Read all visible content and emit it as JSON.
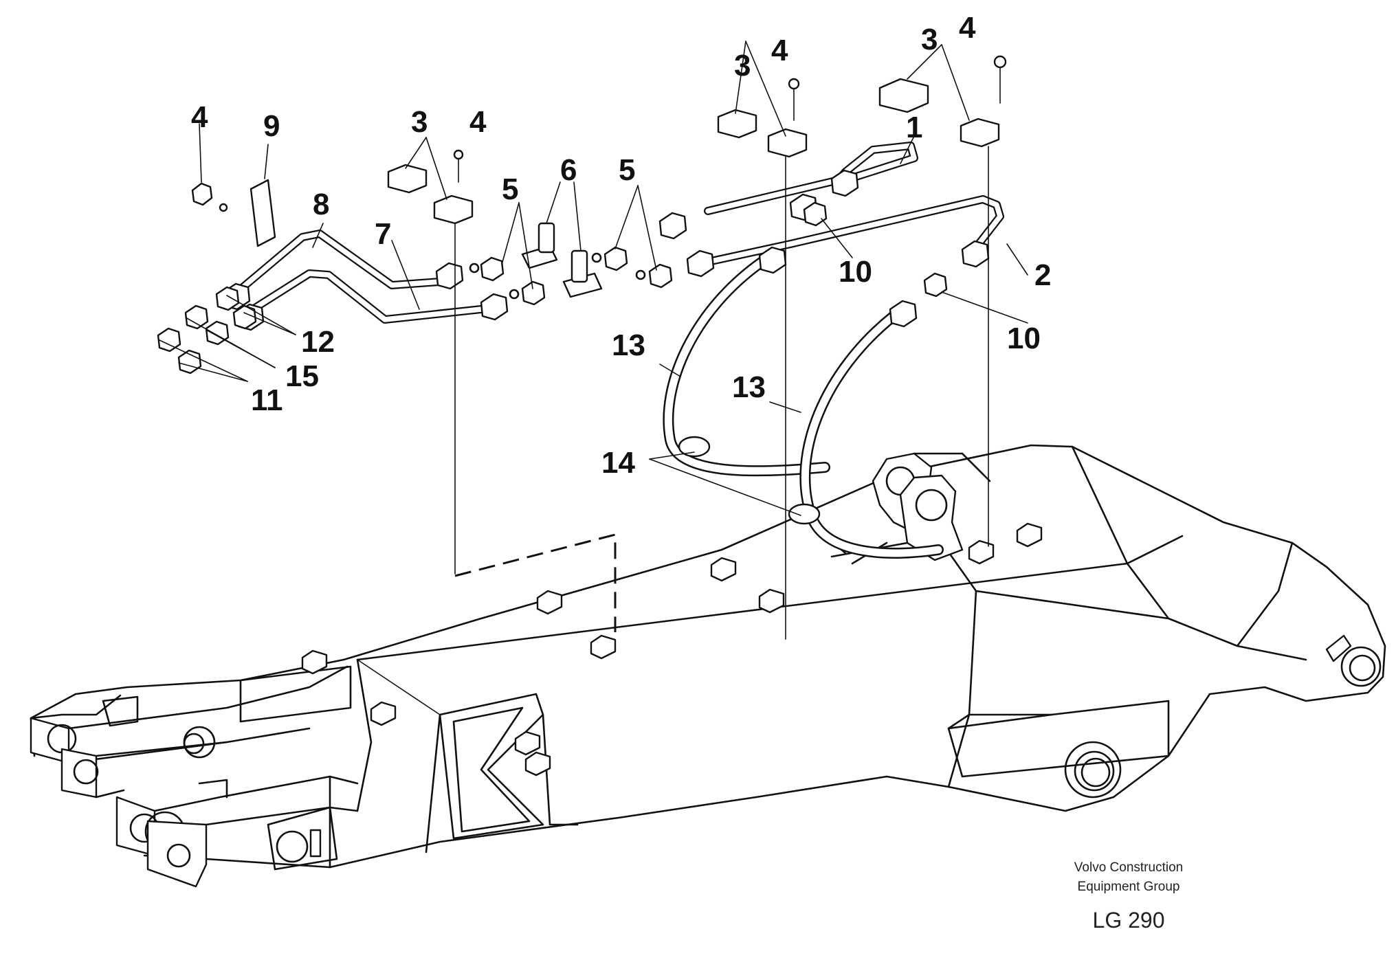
{
  "figure": {
    "caption_line1": "Volvo Construction",
    "caption_line2": "Equipment Group",
    "document_id": "LG 290"
  },
  "callouts": {
    "c1": "1",
    "c2": "2",
    "c3": "3",
    "c4": "4",
    "c5": "5",
    "c6": "6",
    "c7": "7",
    "c8": "8",
    "c9": "9",
    "c10": "10",
    "c11": "11",
    "c12": "12",
    "c13": "13",
    "c14": "14",
    "c15": "15"
  }
}
